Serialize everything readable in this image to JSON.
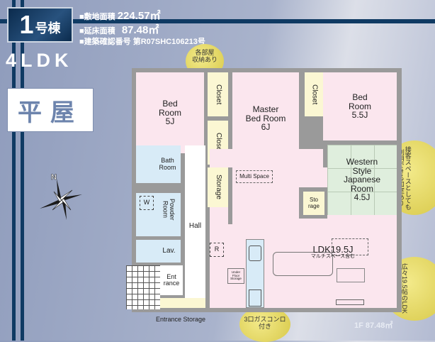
{
  "header": {
    "building_number": "1",
    "building_suffix": "号棟",
    "site_area_label": "■敷地面積",
    "site_area_value": "224.57㎡",
    "floor_area_label": "■延床面積",
    "floor_area_value": "87.48㎡",
    "permit_label": "■建築確認番号",
    "permit_value": "第R07SHC106213号",
    "layout_type": "4LDK",
    "house_type": "平屋"
  },
  "compass": {
    "label": "N"
  },
  "rooms": {
    "bedroom1": {
      "name": "Bed\nRoom",
      "size": "5J"
    },
    "master": {
      "name": "Master\nBed Room",
      "size": "6J"
    },
    "bedroom2": {
      "name": "Bed\nRoom",
      "size": "5.5J"
    },
    "closet": "Closet",
    "storage": "Storage",
    "storage_small": "Sto\nrage",
    "multi_space": "Multi Space",
    "japanese": {
      "name": "Western\nStyle\nJapanese\nRoom",
      "size": "4.5J"
    },
    "bath": "Bath\nRoom",
    "powder": "Powder\nRoom",
    "washer": "W",
    "lav": "Lav.",
    "hall": "Hall",
    "entrance": "Ent\nrance",
    "fridge": "R",
    "under_floor": "Under\nFloor\nStorage",
    "ldk": {
      "name": "LDK19.5J",
      "note": "マルチスペース含む"
    },
    "entrance_storage": "Entrance Storage"
  },
  "callouts": {
    "storage_all_rooms": "各部屋\n収納あり",
    "guest_space": "接客スペースとしても利用できる和室あり",
    "spacious_ldk": "広々19.5帖のLDK",
    "gas_stove": "3口ガスコンロ\n付き"
  },
  "floor_label": "1F 87.48㎡",
  "colors": {
    "navy": "#0f3a63",
    "room_pink": "#fbe6ee",
    "closet_yellow": "#fbf7d3",
    "wet_blue": "#d8ebf7",
    "tatami_green": "#dfeedd",
    "callout_yellow": "#e6da62"
  }
}
